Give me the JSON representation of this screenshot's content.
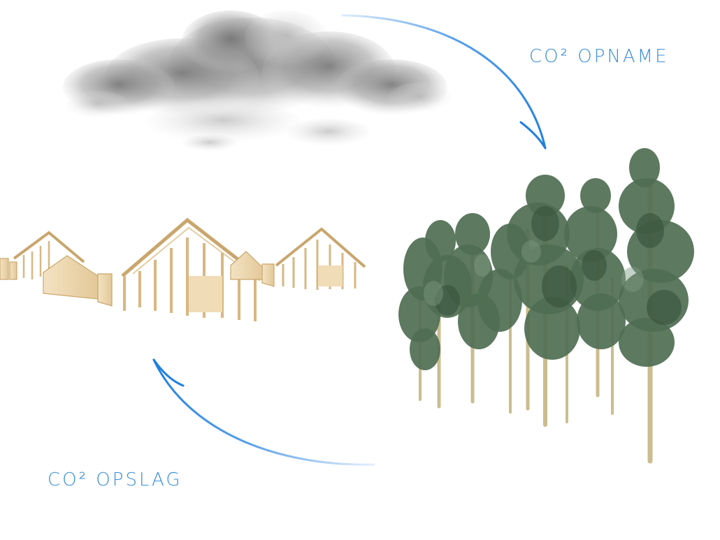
{
  "labels": {
    "uptake": "CO² OPNAME",
    "storage": "CO² OPSLAG"
  },
  "colors": {
    "arrow": "#1f7fe0",
    "label": "#3a8fd9",
    "cloud": "#8f8f8f",
    "wood": "#e8cfa2",
    "foliage": "#4d6b4f",
    "trunk": "#c9ba8c"
  },
  "elements": {
    "cloud": "cloud-icon",
    "forest": "pine-forest",
    "buildings": "timber-frame-buildings",
    "arrow_top": "curved-arrow-icon",
    "arrow_bottom": "curved-arrow-icon"
  }
}
